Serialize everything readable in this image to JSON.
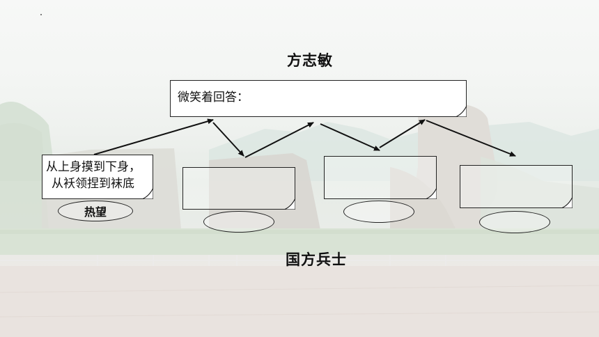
{
  "slide": {
    "top_title": "方志敏",
    "bottom_title": "国方兵士"
  },
  "answer_box": {
    "label": "微笑着回答："
  },
  "notes": [
    {
      "lines": [
        "从上身摸到下身，",
        "从袄领捏到袜底"
      ]
    },
    {
      "lines": []
    },
    {
      "lines": []
    },
    {
      "lines": []
    }
  ],
  "ellipses": [
    {
      "label": "热望"
    },
    {
      "label": ""
    },
    {
      "label": ""
    },
    {
      "label": ""
    }
  ]
}
